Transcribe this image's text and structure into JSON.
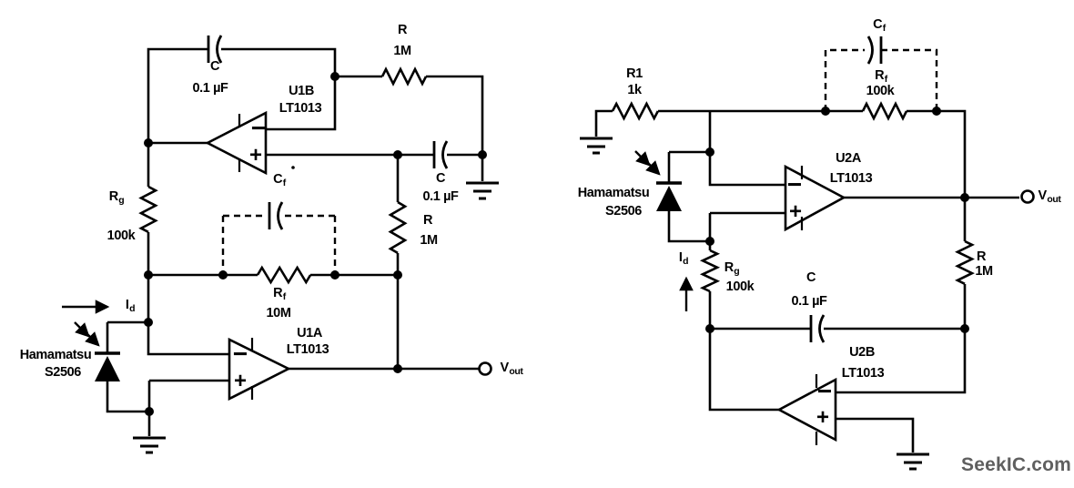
{
  "watermark": "SeekIC.com",
  "opamp": {
    "minus": "−",
    "plus": "+"
  },
  "left": {
    "c_top": {
      "name": "C",
      "value": "0.1 µF"
    },
    "r_top": {
      "name": "R",
      "value": "1M"
    },
    "u1b": {
      "name": "U1B",
      "part": "LT1013"
    },
    "rg": {
      "name": "R",
      "sub": "g",
      "value": "100k"
    },
    "cf": {
      "name": "C",
      "sub": "f"
    },
    "rf": {
      "name": "R",
      "sub": "f",
      "value": "10M"
    },
    "r_out": {
      "name": "R",
      "value": "1M"
    },
    "c_in": {
      "name": "C",
      "value": "0.1 µF"
    },
    "id": {
      "name": "I",
      "sub": "d"
    },
    "photodiode": {
      "brand": "Hamamatsu",
      "part": "S2506"
    },
    "u1a": {
      "name": "U1A",
      "part": "LT1013"
    },
    "vout": {
      "name": "V",
      "sub": "out"
    }
  },
  "right": {
    "r1": {
      "name": "R1",
      "value": "1k"
    },
    "cf": {
      "name": "C",
      "sub": "f"
    },
    "rf": {
      "name": "R",
      "sub": "f",
      "value": "100k"
    },
    "u2a": {
      "name": "U2A",
      "part": "LT1013"
    },
    "photodiode": {
      "brand": "Hamamatsu",
      "part": "S2506"
    },
    "id": {
      "name": "I",
      "sub": "d"
    },
    "rg": {
      "name": "R",
      "sub": "g",
      "value": "100k"
    },
    "c": {
      "name": "C",
      "value": "0.1 µF"
    },
    "r": {
      "name": "R",
      "value": "1M"
    },
    "u2b": {
      "name": "U2B",
      "part": "LT1013"
    },
    "vout": {
      "name": "V",
      "sub": "out"
    }
  }
}
